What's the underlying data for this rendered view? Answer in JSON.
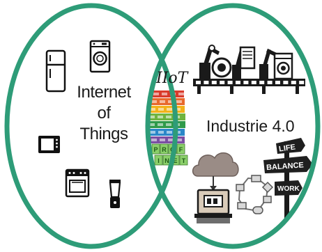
{
  "left_circle": {
    "label_lines": [
      "Internet",
      "of",
      "Things"
    ],
    "icons": [
      "refrigerator-icon",
      "washing-machine-icon",
      "microwave-icon",
      "stove-icon",
      "blender-icon"
    ]
  },
  "right_circle": {
    "label": "Industrie 4.0",
    "icons": [
      "robot-arm-assembly-line-icon",
      "cloud-icon",
      "computer-terminal-icon",
      "process-flow-icon",
      "signpost-icon"
    ],
    "signpost": {
      "top": "LIFE",
      "middle": "BALANCE",
      "bottom": "WORK"
    }
  },
  "intersection": {
    "label": "IIoT",
    "profinet_letters": [
      "P",
      "R",
      "O",
      "F",
      "I",
      "N",
      "E",
      "T"
    ]
  },
  "colors": {
    "circle_stroke": "#2e9c78",
    "stripe_colors": [
      "#d93a2b",
      "#e8692c",
      "#f2b21b",
      "#6fb43f",
      "#2f9a4a",
      "#2a87c8",
      "#7b4ea3",
      "#e6e03a"
    ],
    "profinet_green": "#8bcf6a"
  }
}
